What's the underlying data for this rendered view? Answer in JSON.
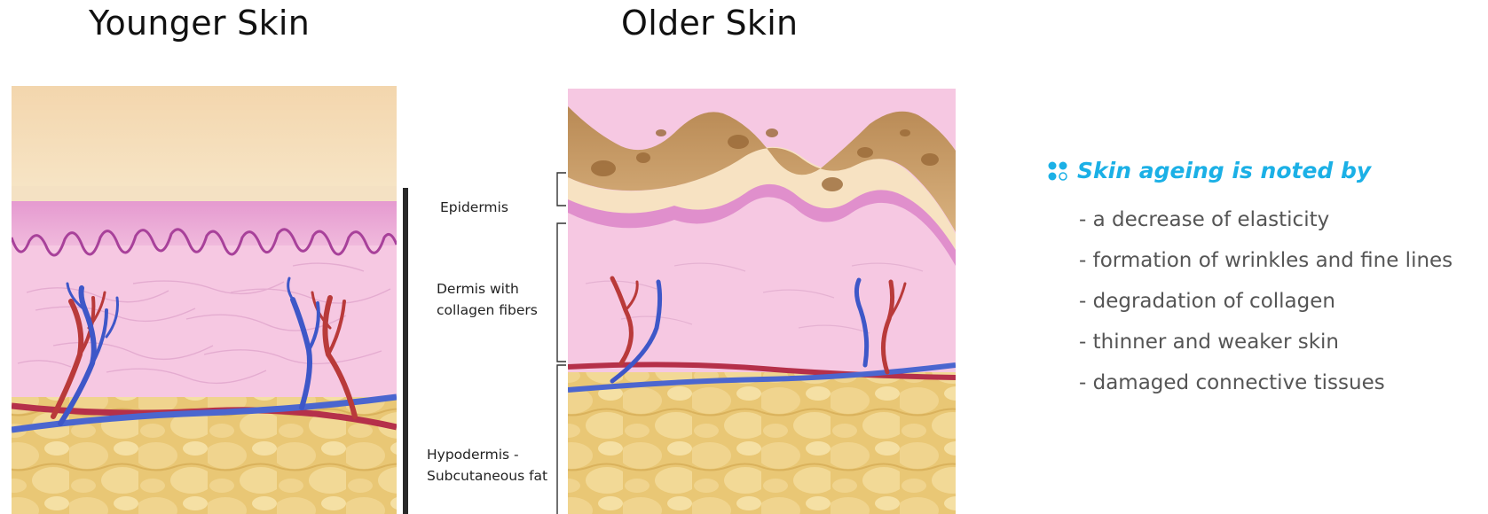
{
  "titles": {
    "younger": "Younger Skin",
    "older": "Older Skin"
  },
  "layer_labels": {
    "epidermis": "Epidermis",
    "dermis_line1": "Dermis with",
    "dermis_line2": "collagen  fibers",
    "hypodermis_line1": "Hypodermis -",
    "hypodermis_line2": "Subcutaneous fat"
  },
  "notes": {
    "heading": "Skin ageing is noted by",
    "items": [
      "- a decrease of elasticity",
      "-  formation of wrinkles and fine lines",
      "-  degradation of collagen",
      "-  thinner and weaker skin",
      "-  damaged connective tissues"
    ]
  },
  "colors": {
    "accent": "#1bb0e6",
    "skin_surface": "#f4d9b2",
    "epidermis_pink": "#e79fd2",
    "dermis_pink": "#f6c8e2",
    "fat_yellow": "#e9c775",
    "artery_red": "#c0392b",
    "vein_blue": "#3c55c9",
    "aged_tan": "#c89b62"
  }
}
